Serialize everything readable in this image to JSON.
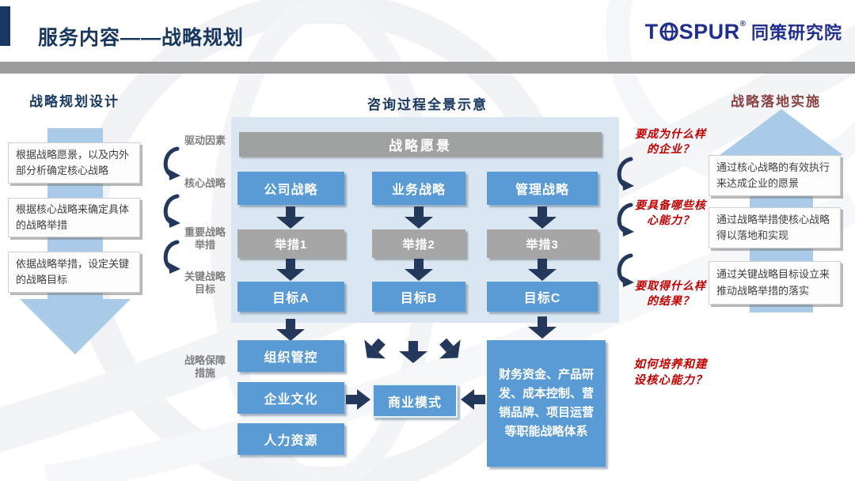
{
  "header": {
    "title": "服务内容——战略规划",
    "logo": {
      "t": "T",
      "spur": "SPUR",
      "reg": "®",
      "cn": "同策研究院"
    }
  },
  "left_column": {
    "title": "战略规划设计",
    "boxes": [
      "根据战略愿景，以及内外部分析确定核心战略",
      "根据核心战略来确定具体的战略举措",
      "依据战略举措，设定关键的战略目标"
    ]
  },
  "process_labels": [
    "驱动因素",
    "核心战略",
    "重要战略举措",
    "关键战略目标",
    "战略保障措施"
  ],
  "panel": {
    "title": "咨询过程全景示意",
    "vision": "战略愿景",
    "columns": [
      {
        "strategy": "公司战略",
        "measure": "举措1",
        "goal": "目标A"
      },
      {
        "strategy": "业务战略",
        "measure": "举措2",
        "goal": "目标B"
      },
      {
        "strategy": "管理战略",
        "measure": "举措3",
        "goal": "目标C"
      }
    ],
    "safeguards": [
      "组织管控",
      "企业文化",
      "人力资源"
    ],
    "business_model": "商业模式",
    "functional_system": "财务资金、产品研发、成本控制、营销品牌、项目运营等职能战略体系"
  },
  "questions": [
    "要成为什么样的企业？",
    "要具备哪些核心能力？",
    "要取得什么样的结果？",
    "如何培养和建设核心能力？"
  ],
  "right_column": {
    "title": "战略落地实施",
    "boxes": [
      "通过核心战略的有效执行来达成企业的愿景",
      "通过战略举措使核心战略得以落地和实现",
      "通过关键战略目标设立来推动战略举措的落实"
    ]
  },
  "colors": {
    "navy": "#17375E",
    "arrow_navy": "#24385C",
    "blue_box": "#5B9BD5",
    "panel_blue": "#DAE7F3",
    "light_arrow_blue": "#A9CBE8",
    "gray_box": "#A6A6A6",
    "label_gray": "#7F7F7F",
    "red_annotation": "#C00000",
    "right_header_maroon": "#8A4242",
    "logo_blue": "#202F8F"
  }
}
